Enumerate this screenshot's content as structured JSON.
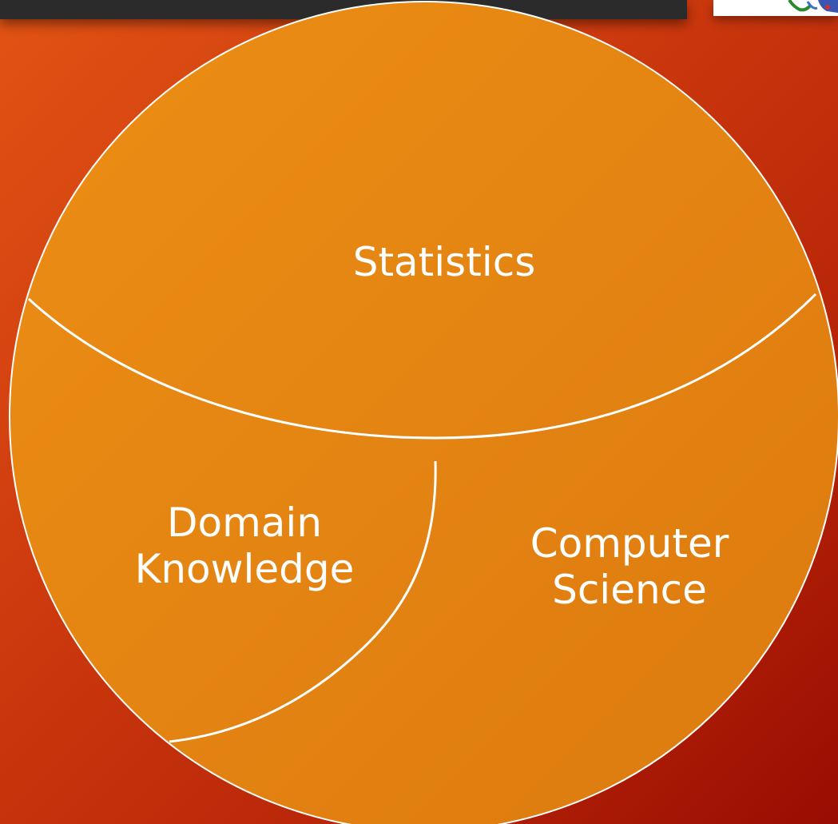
{
  "diagram": {
    "circle_fill": "#e4820f",
    "divider_color": "#ffffff",
    "regions": {
      "statistics": {
        "label": "Statistics"
      },
      "domain_knowledge": {
        "line1": "Domain",
        "line2": "Knowledge"
      },
      "computer_science": {
        "line1": "Computer",
        "line2": "Science"
      }
    }
  },
  "logo": {
    "icon": "institution-logo-icon"
  }
}
